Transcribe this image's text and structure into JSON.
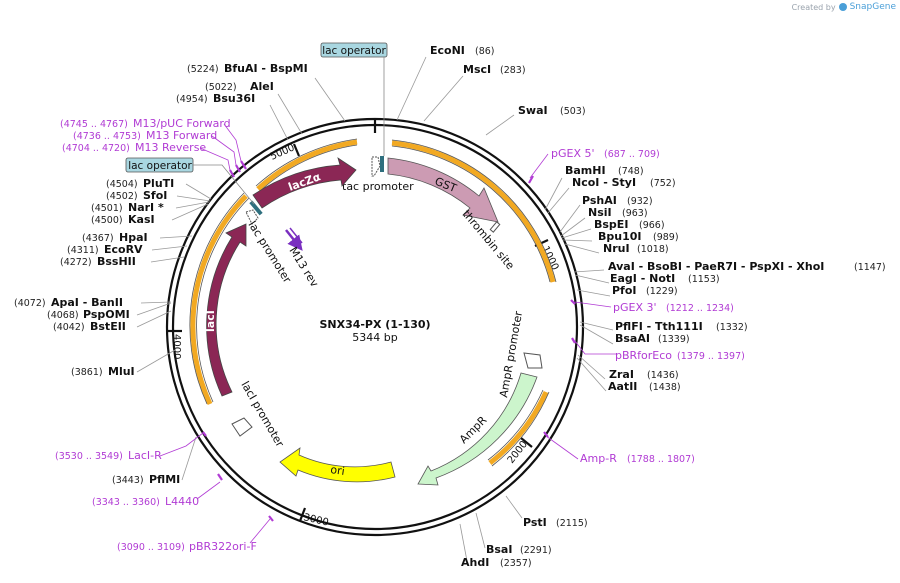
{
  "credit": {
    "prefix": "Created by",
    "brand": "SnapGene"
  },
  "plasmid": {
    "name": "SNX34-PX (1-130)",
    "size": "5344 bp"
  },
  "ticks": [
    "1000",
    "2000",
    "3000",
    "4000",
    "5000"
  ],
  "sites_right": [
    {
      "name": "EcoNI",
      "pos": "(86)"
    },
    {
      "name": "MscI",
      "pos": "(283)"
    },
    {
      "name": "SwaI",
      "pos": "(503)"
    },
    {
      "name": "BamHI",
      "pos": "(748)"
    },
    {
      "name": "NcoI  - StyI",
      "pos": "(752)"
    },
    {
      "name": "PshAI",
      "pos": "(932)"
    },
    {
      "name": "NsiI",
      "pos": "(963)"
    },
    {
      "name": "BspEI",
      "pos": "(966)"
    },
    {
      "name": "Bpu10I",
      "pos": "(989)"
    },
    {
      "name": "NruI",
      "pos": "(1018)"
    },
    {
      "name": "AvaI  - BsoBI  - PaeR7I  - PspXI  - XhoI",
      "pos": "(1147)"
    },
    {
      "name": "EagI  - NotI",
      "pos": "(1153)"
    },
    {
      "name": "PfoI",
      "pos": "(1229)"
    },
    {
      "name": "PflFI  - Tth111I",
      "pos": "(1332)"
    },
    {
      "name": "BsaAI",
      "pos": "(1339)"
    },
    {
      "name": "ZraI",
      "pos": "(1436)"
    },
    {
      "name": "AatII",
      "pos": "(1438)"
    },
    {
      "name": "PstI",
      "pos": "(2115)"
    },
    {
      "name": "BsaI",
      "pos": "(2291)"
    },
    {
      "name": "AhdI",
      "pos": "(2357)"
    }
  ],
  "sites_left": [
    {
      "name": "BfuAI  - BspMI",
      "pos": "(5224)"
    },
    {
      "name": "AleI",
      "pos": "(5022)"
    },
    {
      "name": "Bsu36I",
      "pos": "(4954)"
    },
    {
      "name": "PluTI",
      "pos": "(4504)"
    },
    {
      "name": "SfoI",
      "pos": "(4502)"
    },
    {
      "name": "NarI *",
      "pos": "(4501)"
    },
    {
      "name": "KasI",
      "pos": "(4500)"
    },
    {
      "name": "HpaI",
      "pos": "(4367)"
    },
    {
      "name": "EcoRV",
      "pos": "(4311)"
    },
    {
      "name": "BssHII",
      "pos": "(4272)"
    },
    {
      "name": "ApaI  - BanII",
      "pos": "(4072)"
    },
    {
      "name": "PspOMI",
      "pos": "(4068)"
    },
    {
      "name": "BstEII",
      "pos": "(4042)"
    },
    {
      "name": "MluI",
      "pos": "(3861)"
    },
    {
      "name": "PflMI",
      "pos": "(3443)"
    }
  ],
  "primers": [
    {
      "name": "M13/pUC Forward",
      "pos": "(4745 .. 4767)"
    },
    {
      "name": "M13 Forward",
      "pos": "(4736 .. 4753)"
    },
    {
      "name": "M13 Reverse",
      "pos": "(4704 .. 4720)"
    },
    {
      "name": "pGEX 5'",
      "pos": "(687 .. 709)"
    },
    {
      "name": "pGEX 3'",
      "pos": "(1212 .. 1234)"
    },
    {
      "name": "pBRforEco",
      "pos": "(1379 .. 1397)"
    },
    {
      "name": "Amp-R",
      "pos": "(1788 .. 1807)"
    },
    {
      "name": "LacI-R",
      "pos": "(3530 .. 3549)"
    },
    {
      "name": "L4440",
      "pos": "(3343 .. 3360)"
    },
    {
      "name": "pBR322ori-F",
      "pos": "(3090 .. 3109)"
    }
  ],
  "boxed": {
    "lac_operator_top": "lac operator",
    "lac_operator_left": "lac operator"
  },
  "features": {
    "GST": "GST",
    "lacZa": "lacZα",
    "lacI": "lacI",
    "ori": "ori",
    "AmpR": "AmpR",
    "tac_promoter": "tac promoter",
    "thrombin_site": "thrombin site",
    "lac_promoter": "lac promoter",
    "M13_rev": "M13 rev",
    "lacI_promoter": "lacI promoter",
    "AmpR_promoter": "AmpR promoter"
  },
  "colors": {
    "GST": "#cc9bb3",
    "lacZa": "#8b2755",
    "lacI": "#8b2755",
    "ori": "#ffff00",
    "AmpR": "#ccf5cc",
    "orf": "#f2a922",
    "primer": "#b13bd4",
    "lac_operator_box": "#a9d7e1"
  }
}
